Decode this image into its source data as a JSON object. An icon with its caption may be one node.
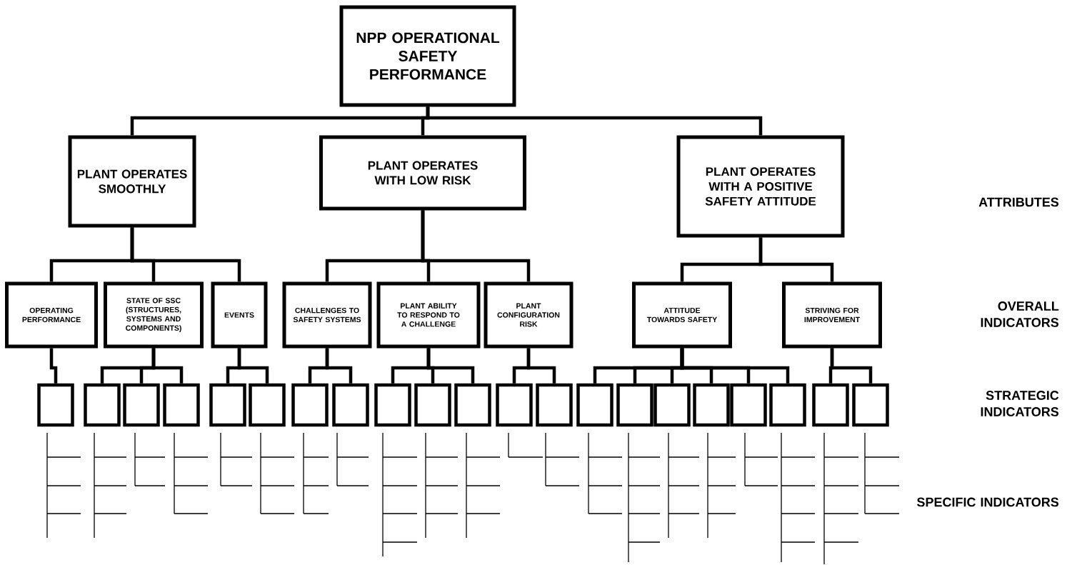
{
  "diagram": {
    "nodes": [
      {
        "text": [
          "NPP OPERATIONAL SAFETY PERFORMANCE"
        ]
      },
      {
        "text": [
          "PLANT OPERATES SMOOTHLY"
        ]
      },
      {
        "text": [
          "PLANT OPERATES WITH LOW RISK"
        ]
      },
      {
        "text": [
          "PLANT OPERATES WITH A POSITIVE SAFETY ATTITUDE"
        ]
      },
      {
        "text": [
          "OPERATING PERFORMANCE"
        ]
      },
      {
        "text": [
          "STATE OF SSC (STRUCTURES, SYSTEMS AND COMPONENTS)"
        ]
      },
      {
        "text": [
          "EVENTS"
        ]
      },
      {
        "text": [
          "CHALLENGES TO SAFETY SYSTEMS"
        ]
      },
      {
        "text": [
          "PLANT ABILITY TO RESPOND TO A CHALLENGE"
        ]
      },
      {
        "text": [
          "PLANT CONFIGURATION RISK"
        ]
      },
      {
        "text": [
          "ATTITUDE TOWARDS SAFETY"
        ]
      },
      {
        "text": [
          "STRIVING FOR IMPROVEMENT"
        ]
      },
      {
        "text": [],
        "shape": "box"
      },
      {
        "text": [],
        "shape": "box"
      },
      {
        "text": [],
        "shape": "box"
      },
      {
        "text": [],
        "shape": "box"
      },
      {
        "text": [],
        "shape": "box"
      },
      {
        "text": [],
        "shape": "box"
      },
      {
        "text": [],
        "shape": "box"
      },
      {
        "text": [],
        "shape": "box"
      },
      {
        "text": [],
        "shape": "box"
      },
      {
        "text": [],
        "shape": "box"
      },
      {
        "text": [],
        "shape": "box"
      },
      {
        "text": [],
        "shape": "box"
      },
      {
        "text": [],
        "shape": "box"
      },
      {
        "text": [],
        "shape": "box"
      },
      {
        "text": [],
        "shape": "box"
      },
      {
        "text": [],
        "shape": "box"
      },
      {
        "text": [],
        "shape": "box"
      },
      {
        "text": [],
        "shape": "box"
      },
      {
        "text": [],
        "shape": "box"
      },
      {
        "text": [],
        "shape": "box"
      },
      {
        "text": [],
        "shape": "box"
      }
    ],
    "edges": [
      {
        "from": 0,
        "to": 1,
        "arrow": "none"
      },
      {
        "from": 0,
        "to": 2,
        "arrow": "none"
      },
      {
        "from": 0,
        "to": 3,
        "arrow": "none"
      },
      {
        "from": 1,
        "to": 4,
        "arrow": "none"
      },
      {
        "from": 1,
        "to": 5,
        "arrow": "none"
      },
      {
        "from": 1,
        "to": 6,
        "arrow": "none"
      },
      {
        "from": 2,
        "to": 7,
        "arrow": "none"
      },
      {
        "from": 2,
        "to": 8,
        "arrow": "none"
      },
      {
        "from": 2,
        "to": 9,
        "arrow": "none"
      },
      {
        "from": 3,
        "to": 10,
        "arrow": "none"
      },
      {
        "from": 3,
        "to": 11,
        "arrow": "none"
      },
      {
        "from": 4,
        "to": 12,
        "arrow": "none"
      },
      {
        "from": 5,
        "to": 13,
        "arrow": "none"
      },
      {
        "from": 5,
        "to": 14,
        "arrow": "none"
      },
      {
        "from": 5,
        "to": 15,
        "arrow": "none"
      },
      {
        "from": 6,
        "to": 16,
        "arrow": "none"
      },
      {
        "from": 6,
        "to": 17,
        "arrow": "none"
      },
      {
        "from": 7,
        "to": 18,
        "arrow": "none"
      },
      {
        "from": 7,
        "to": 19,
        "arrow": "none"
      },
      {
        "from": 8,
        "to": 20,
        "arrow": "none"
      },
      {
        "from": 8,
        "to": 21,
        "arrow": "none"
      },
      {
        "from": 8,
        "to": 22,
        "arrow": "none"
      },
      {
        "from": 9,
        "to": 23,
        "arrow": "none"
      },
      {
        "from": 9,
        "to": 24,
        "arrow": "none"
      },
      {
        "from": 10,
        "to": 25,
        "arrow": "none"
      },
      {
        "from": 10,
        "to": 26,
        "arrow": "none"
      },
      {
        "from": 10,
        "to": 27,
        "arrow": "none"
      },
      {
        "from": 10,
        "to": 28,
        "arrow": "none"
      },
      {
        "from": 10,
        "to": 29,
        "arrow": "none"
      },
      {
        "from": 10,
        "to": 30,
        "arrow": "none"
      },
      {
        "from": 11,
        "to": 31,
        "arrow": "none"
      },
      {
        "from": 11,
        "to": 32,
        "arrow": "none"
      }
    ],
    "labels": [
      "ATTRIBUTES",
      "OVERALL INDICATORS",
      "STRATEGIC INDICATORS",
      "SPECIFIC INDICATORS"
    ]
  }
}
